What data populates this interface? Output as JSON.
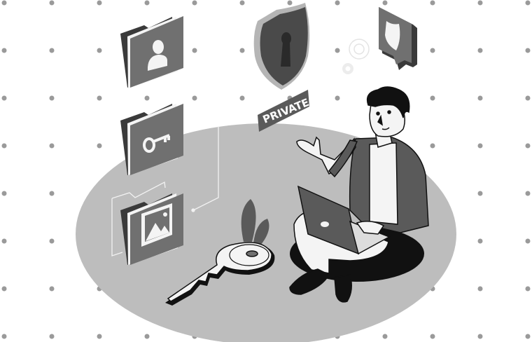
{
  "illustration": {
    "title": "Data privacy illustration",
    "sign_label": "PRIVATE",
    "colors": {
      "background": "#ffffff",
      "dot": "#9a9a9a",
      "floor": "#bdbdbd",
      "dark": "#3a3a3a",
      "mid": "#707070",
      "light": "#dcdcdc",
      "black": "#111111"
    },
    "folders": [
      {
        "name": "user-folder",
        "icon": "user-icon"
      },
      {
        "name": "key-folder",
        "icon": "key-icon"
      },
      {
        "name": "image-folder",
        "icon": "image-icon"
      }
    ],
    "objects": [
      "shield-keyhole",
      "shield-chat-bubble",
      "gears",
      "large-key",
      "plant-leaves",
      "person-with-laptop",
      "floor-cushion"
    ]
  }
}
